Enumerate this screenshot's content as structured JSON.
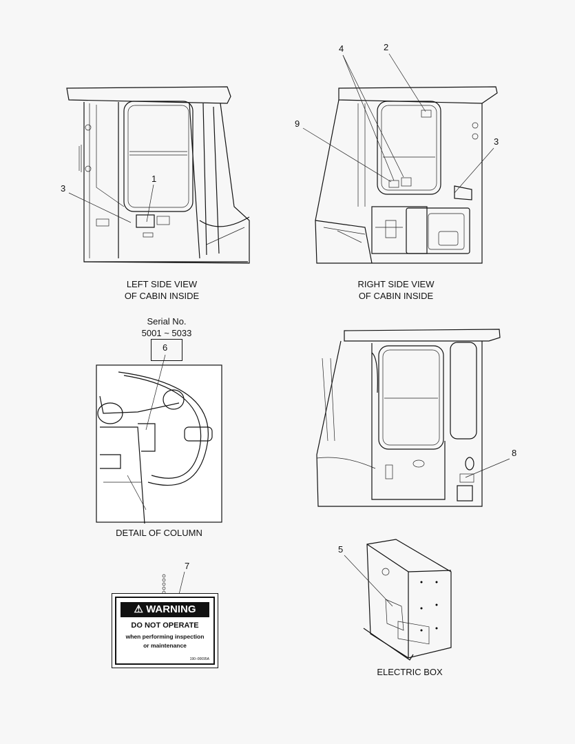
{
  "views": {
    "left_side": {
      "line1": "LEFT SIDE VIEW",
      "line2": "OF CABIN INSIDE"
    },
    "right_side": {
      "line1": "RIGHT SIDE VIEW",
      "line2": "OF CABIN INSIDE"
    },
    "column": "DETAIL OF COLUMN",
    "electric_box": "ELECTRIC BOX"
  },
  "serial": {
    "label": "Serial No.",
    "range": "5001 ~ 5033"
  },
  "callouts": {
    "n1": "1",
    "n2": "2",
    "n3a": "3",
    "n3b": "3",
    "n4": "4",
    "n5": "5",
    "n6": "6",
    "n7": "7",
    "n8": "8",
    "n9": "9"
  },
  "warning_label": {
    "header": "WARNING",
    "line1": "DO NOT OPERATE",
    "line2": "when performing inspection",
    "line3": "or maintenance",
    "code": "190–00695A"
  }
}
